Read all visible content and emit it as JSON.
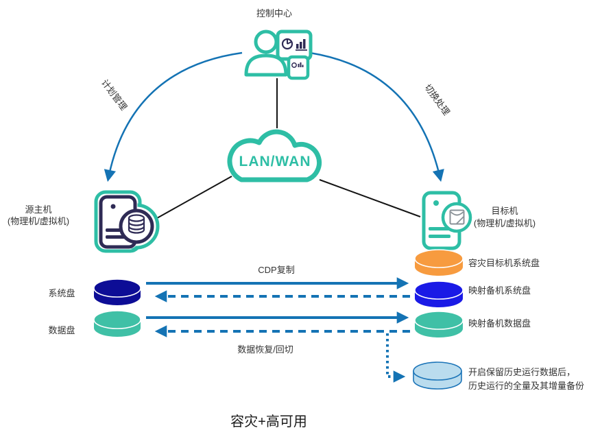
{
  "diagram": {
    "title": "容灾+高可用",
    "control_center": {
      "label": "控制中心"
    },
    "cloud": {
      "label": "LAN/WAN"
    },
    "source_host": {
      "label": "源主机",
      "sublabel": "(物理机/虚拟机)"
    },
    "target_host": {
      "label": "目标机",
      "sublabel": "(物理机/虚拟机)"
    },
    "edges": {
      "plan_management": "计划管理",
      "switch_processing": "切换处理",
      "cdp_replication": "CDP复制",
      "data_recovery": "数据恢复/回切"
    },
    "disks": {
      "source_system": {
        "label": "系统盘",
        "color": "#0D0D96"
      },
      "source_data": {
        "label": "数据盘",
        "color": "#3FC0A6"
      },
      "target_dr_system": {
        "label": "容灾目标机系统盘",
        "color": "#F79B3F"
      },
      "target_mapped_system": {
        "label": "映射备机系统盘",
        "color": "#1A1AE6"
      },
      "target_mapped_data": {
        "label": "映射备机数据盘",
        "color": "#3FC0A6"
      },
      "history_backup": {
        "label_line1": "开启保留历史运行数据后，",
        "label_line2": "历史运行的全量及其增量备份",
        "fill": "#BADCEE",
        "border": "#1B74B8"
      }
    },
    "colors": {
      "teal": "#2EBEA5",
      "arrow_blue": "#1473B4",
      "icon_navy": "#2F2B55",
      "line_black": "#141414",
      "envelope_gray": "#8A9298"
    }
  }
}
